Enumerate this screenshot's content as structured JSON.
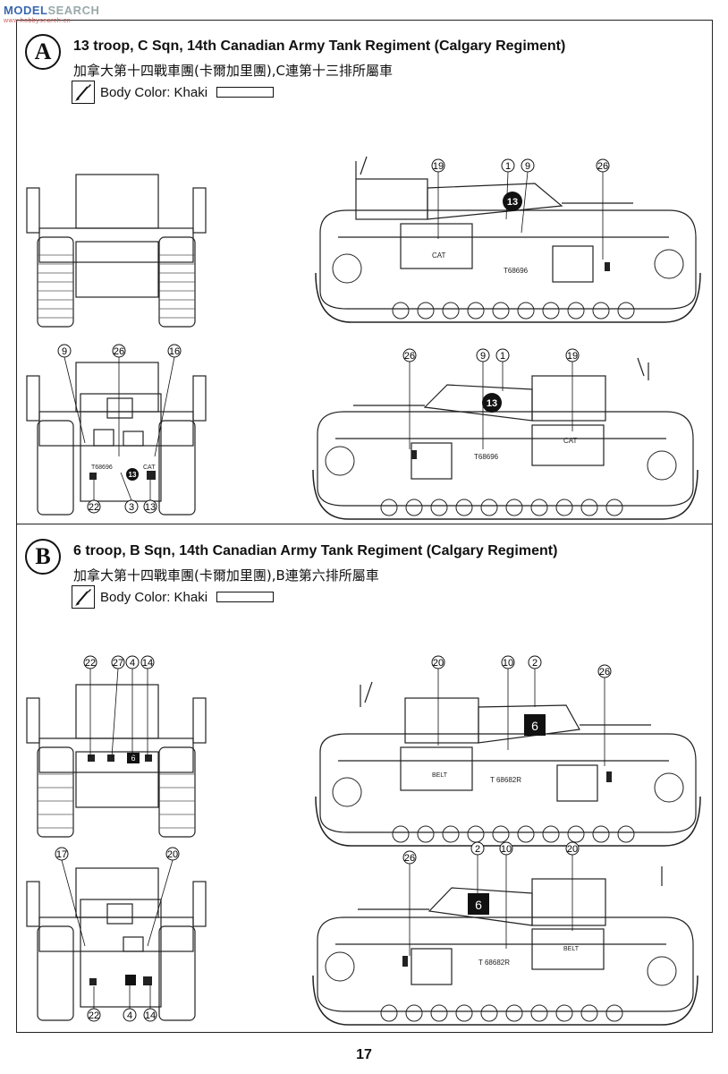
{
  "watermark": {
    "main": "MODEL",
    "grey": "SEARCH",
    "sub": "www.hobbysearch.cn"
  },
  "sections": [
    {
      "letter": "A",
      "title": "13 troop, C Sqn, 14th Canadian Army Tank Regiment (Calgary Regiment)",
      "subtitle": "加拿大第十四戰車團(卡爾加里團),C連第十三排所屬車",
      "color_label": "Body Color: Khaki",
      "side_upper": {
        "callouts": [
          "19",
          "1",
          "9",
          "26"
        ],
        "hull_text": "CAT",
        "serial": "T68696",
        "turret_mark": "13"
      },
      "side_lower": {
        "callouts": [
          "26",
          "9",
          "1",
          "19"
        ],
        "hull_text": "CAT",
        "serial": "T68696",
        "turret_mark": "13"
      },
      "rear": {
        "callouts_top": [
          "9",
          "26",
          "16"
        ],
        "callouts_bottom": [
          "22",
          "3",
          "13"
        ],
        "serial": "T68696",
        "hull_text": "CAT",
        "mark": "13"
      }
    },
    {
      "letter": "B",
      "title": "6 troop, B Sqn, 14th Canadian Army Tank Regiment (Calgary Regiment)",
      "subtitle": "加拿大第十四戰車團(卡爾加里團),B連第六排所屬車",
      "color_label": "Body Color: Khaki",
      "front": {
        "callouts": [
          "22",
          "27",
          "4",
          "14"
        ],
        "mark": "6"
      },
      "side_upper": {
        "callouts": [
          "20",
          "10",
          "2",
          "26"
        ],
        "hull_text": "BELT",
        "serial": "T 68682R",
        "turret_mark": "6"
      },
      "side_lower": {
        "callouts": [
          "26",
          "2",
          "10",
          "20"
        ],
        "hull_text": "BELT",
        "serial": "T 68682R",
        "turret_mark": "6"
      },
      "rear": {
        "callouts_top": [
          "17",
          "20"
        ],
        "callouts_bottom": [
          "22",
          "4",
          "14"
        ]
      }
    }
  ],
  "page_number": "17"
}
